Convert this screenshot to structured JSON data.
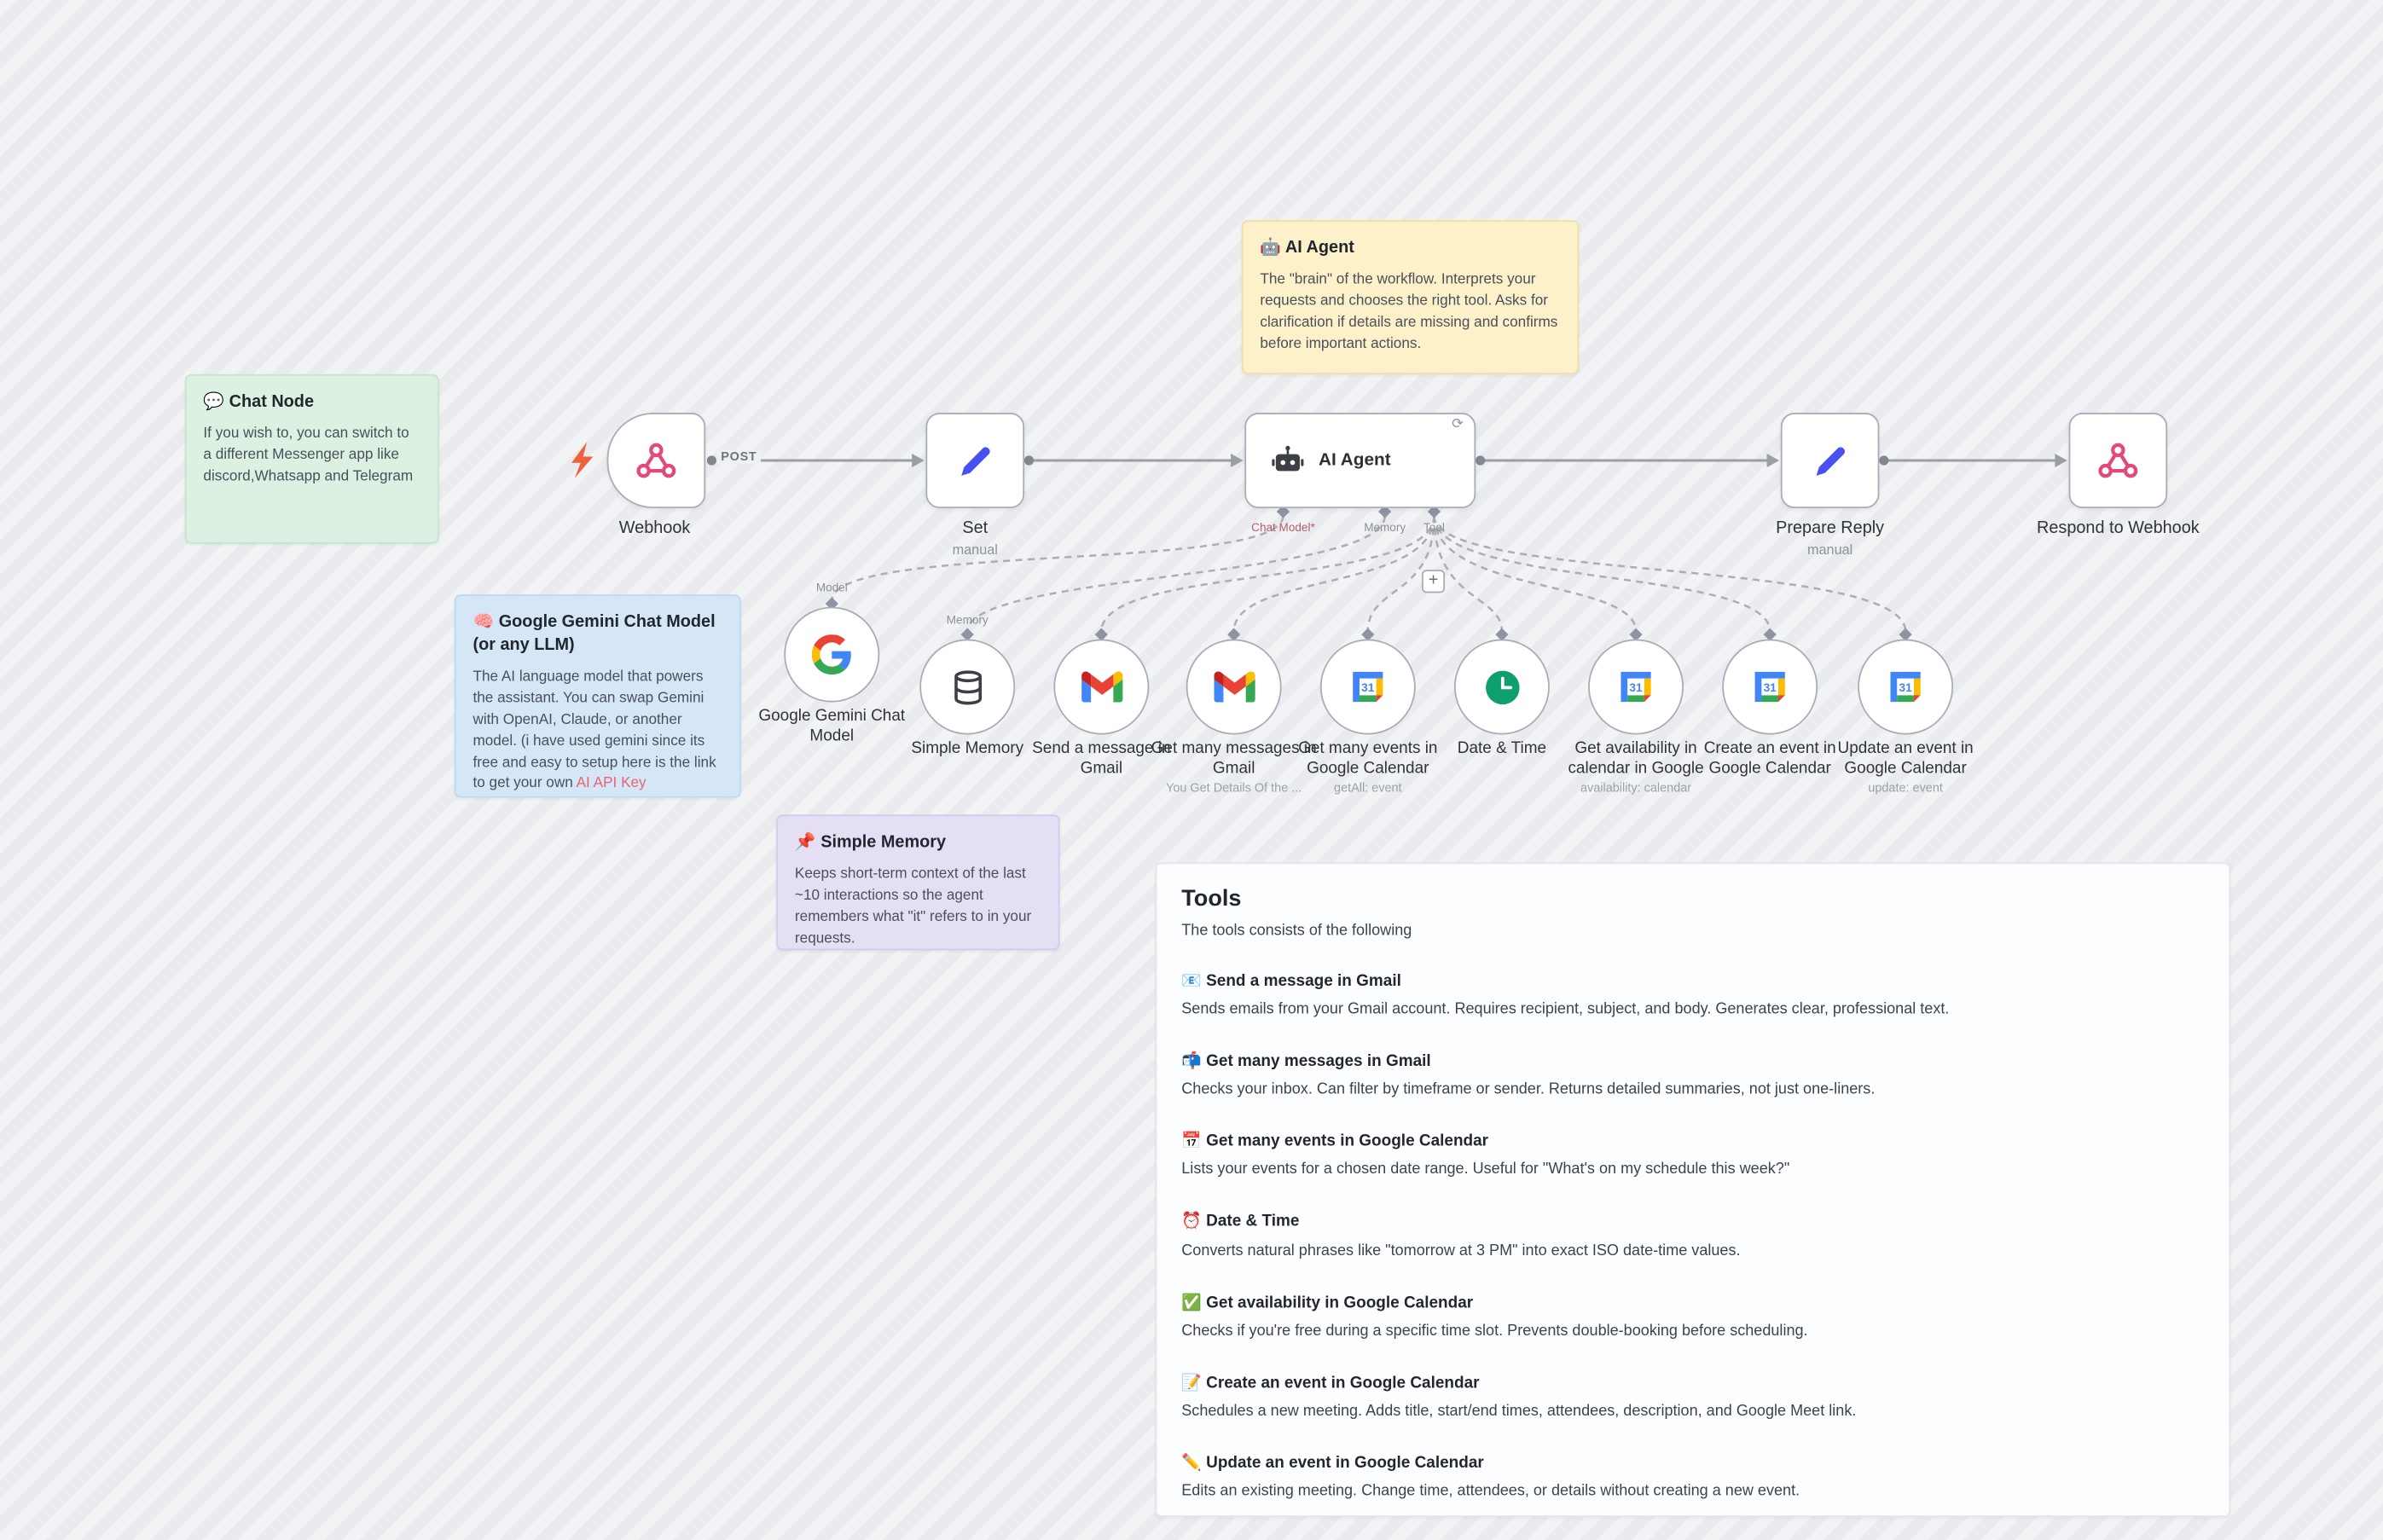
{
  "colors": {
    "canvas_bg": "#eef0f3",
    "accent_pink": "#e3497c",
    "node_blue": "#4850f4",
    "sticky_green": "#dcf1e1",
    "sticky_yellow": "#fdf1c9",
    "sticky_blue": "#d5e7f7",
    "sticky_purple": "#e5dff5",
    "sticky_white": "#fcfdff",
    "link_red": "#ee5f6e"
  },
  "workflow": {
    "trigger_badge": "POST",
    "nodes": {
      "webhook": {
        "label": "Webhook",
        "icon": "webhook-icon"
      },
      "set": {
        "label": "Set",
        "sublabel": "manual",
        "icon": "pencil-icon"
      },
      "ai_agent": {
        "label": "AI Agent",
        "icon": "robot-icon",
        "ports": {
          "chat_model": "Chat Model*",
          "memory": "Memory",
          "tool": "Tool"
        }
      },
      "prepare_reply": {
        "label": "Prepare Reply",
        "sublabel": "manual",
        "icon": "pencil-icon"
      },
      "respond": {
        "label": "Respond to Webhook",
        "icon": "webhook-icon"
      }
    },
    "port_hints": {
      "model": "Model",
      "memory": "Memory"
    },
    "subnodes": [
      {
        "label": "Google Gemini Chat Model",
        "icon": "google-g-icon"
      },
      {
        "label": "Simple Memory",
        "icon": "database-icon"
      },
      {
        "label": "Send a message in Gmail",
        "icon": "gmail-icon"
      },
      {
        "label": "Get many messages in Gmail",
        "sublabel": "You Get Details Of the ...",
        "icon": "gmail-icon"
      },
      {
        "label": "Get many events in Google Calendar",
        "sublabel": "getAll: event",
        "icon": "google-calendar-icon"
      },
      {
        "label": "Date & Time",
        "icon": "clock-icon"
      },
      {
        "label": "Get availability in calendar in Google",
        "sublabel": "availability: calendar",
        "icon": "google-calendar-icon"
      },
      {
        "label": "Create an event in Google Calendar",
        "icon": "google-calendar-icon"
      },
      {
        "label": "Update an event in Google Calendar",
        "sublabel": "update: event",
        "icon": "google-calendar-icon"
      }
    ]
  },
  "stickies": {
    "chat_node": {
      "title": "💬 Chat Node",
      "body": "If you wish to, you can switch to a different Messenger app like discord,Whatsapp and Telegram"
    },
    "ai_agent": {
      "title": "🤖 AI Agent",
      "body": "The \"brain\" of the workflow. Interprets your requests and chooses the right tool. Asks for clarification if details are missing and confirms before important actions."
    },
    "gemini": {
      "title": "🧠 Google Gemini Chat Model (or any LLM)",
      "body": "The AI language model that powers the assistant. You can swap Gemini with OpenAI, Claude, or another model. (i have used gemini since its free and easy to setup here is the link to get your own ",
      "link": "AI API Key"
    },
    "simple_memory": {
      "title": "📌 Simple Memory",
      "body": "Keeps short-term context of the last ~10 interactions so the agent remembers what \"it\" refers to in your requests."
    },
    "tools": {
      "title": "Tools",
      "subtitle": "The tools consists of the following",
      "items": [
        {
          "title": "📧 Send a message in Gmail",
          "desc": "Sends emails from your Gmail account. Requires recipient, subject, and body. Generates clear, professional text."
        },
        {
          "title": "📬 Get many messages in Gmail",
          "desc": "Checks your inbox. Can filter by timeframe or sender. Returns detailed summaries, not just one-liners."
        },
        {
          "title": "📅 Get many events in Google Calendar",
          "desc": "Lists your events for a chosen date range. Useful for \"What's on my schedule this week?\""
        },
        {
          "title": "⏰ Date & Time",
          "desc": "Converts natural phrases like \"tomorrow at 3 PM\" into exact ISO date-time values."
        },
        {
          "title": "✅ Get availability in Google Calendar",
          "desc": "Checks if you're free during a specific time slot. Prevents double-booking before scheduling."
        },
        {
          "title": "📝 Create an event in Google Calendar",
          "desc": "Schedules a new meeting. Adds title, start/end times, attendees, description, and Google Meet link."
        },
        {
          "title": "✏️ Update an event in Google Calendar",
          "desc": "Edits an existing meeting. Change time, attendees, or details without creating a new event."
        }
      ]
    }
  },
  "controls": {
    "add_button": "+",
    "loop_icon": "⟳"
  }
}
